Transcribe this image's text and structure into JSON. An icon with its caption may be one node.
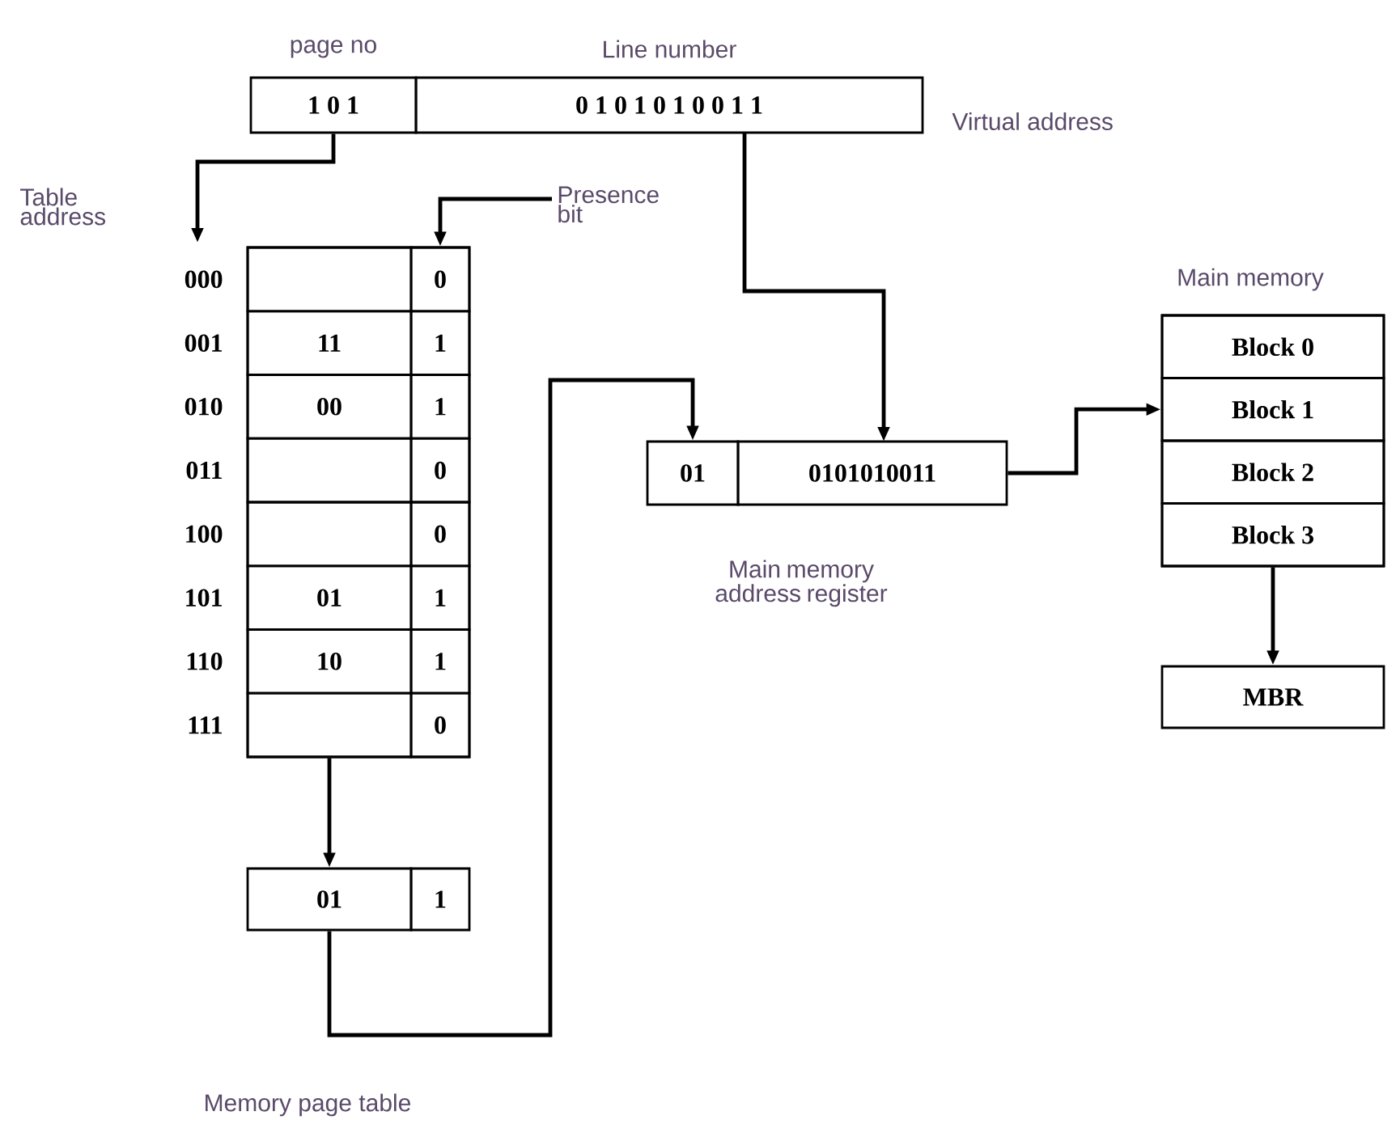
{
  "diagram": {
    "nodes": [
      {
        "text": [
          "page no",
          "1 0 1"
        ]
      },
      {
        "text": [
          "Line number",
          "0 1 0 1 0 1 0 0 1 1"
        ]
      },
      {
        "text": [],
        "shape": "box"
      },
      {
        "text": [],
        "shape": "box",
        "in": 2
      },
      {
        "text": [
          "0"
        ],
        "in": 2
      },
      {
        "text": [
          "11"
        ],
        "in": 2
      },
      {
        "text": [
          "1"
        ],
        "in": 2
      },
      {
        "text": [
          "00"
        ],
        "in": 2
      },
      {
        "text": [
          "1"
        ],
        "in": 2
      },
      {
        "text": [],
        "shape": "box",
        "in": 2
      },
      {
        "text": [
          "0"
        ],
        "in": 2
      },
      {
        "text": [],
        "shape": "box",
        "in": 2
      },
      {
        "text": [
          "0"
        ],
        "in": 2
      },
      {
        "text": [
          "01"
        ],
        "in": 2
      },
      {
        "text": [
          "1"
        ],
        "in": 2
      },
      {
        "text": [
          "10"
        ],
        "in": 2
      },
      {
        "text": [
          "1"
        ],
        "in": 2
      },
      {
        "text": [],
        "shape": "box",
        "in": 2
      },
      {
        "text": [
          "0"
        ],
        "in": 2
      },
      {
        "text": [
          "Presence bit"
        ]
      },
      {
        "text": [
          "01"
        ]
      },
      {
        "text": [
          "1"
        ]
      },
      {
        "text": [
          "01"
        ]
      },
      {
        "text": [
          "0101010011"
        ]
      },
      {
        "text": [
          "Main memory"
        ]
      },
      {
        "text": [
          "Block 0"
        ],
        "in": 24
      },
      {
        "text": [
          "Block 1"
        ],
        "in": 24
      },
      {
        "text": [
          "Block 2"
        ],
        "in": 24
      },
      {
        "text": [
          "Block 3"
        ],
        "in": 24
      },
      {
        "text": [
          "MBR"
        ]
      }
    ],
    "edges": [
      {
        "from": 0,
        "to": 2,
        "arrow": "to"
      },
      {
        "from": 19,
        "to": 4,
        "arrow": "to"
      },
      {
        "from": 2,
        "to": 20,
        "arrow": "to"
      },
      {
        "from": 20,
        "to": 22,
        "arrow": "to"
      },
      {
        "from": 1,
        "to": 23,
        "arrow": "to"
      },
      {
        "from": 23,
        "to": 26,
        "arrow": "to"
      },
      {
        "from": 28,
        "to": 29,
        "arrow": "to"
      }
    ],
    "labels": [
      "Virtual address",
      "Table address",
      "000",
      "001",
      "010",
      "011",
      "100",
      "101",
      "110",
      "111",
      "Main memory address register",
      "Memory page table"
    ]
  }
}
